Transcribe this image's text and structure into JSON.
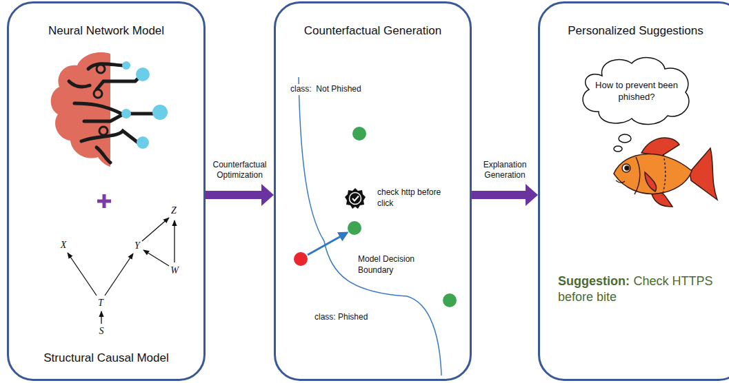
{
  "diagram": {
    "nodes": [
      {
        "text": [
          "Neural Network Model",
          "Structural Causal Model"
        ]
      },
      {
        "text": [
          "Counterfactual Generation"
        ]
      },
      {
        "text": [
          "Personalized Suggestions",
          "Suggestion:",
          "Check HTTPS before bite"
        ]
      },
      {
        "text": [
          "How to prevent been phished?"
        ],
        "in": 2
      }
    ],
    "edges": [
      {
        "from": 0,
        "to": 1,
        "arrow": "to",
        "label": "Counterfactual Optimization"
      },
      {
        "from": 1,
        "to": 2,
        "arrow": "to",
        "label": "Explanation Generation"
      }
    ],
    "labels": [
      "X",
      "Y",
      "Z",
      "T",
      "W",
      "S",
      "class:  Not Phished",
      "check http before click",
      "Model Decision Boundary",
      "class: Phished"
    ]
  }
}
